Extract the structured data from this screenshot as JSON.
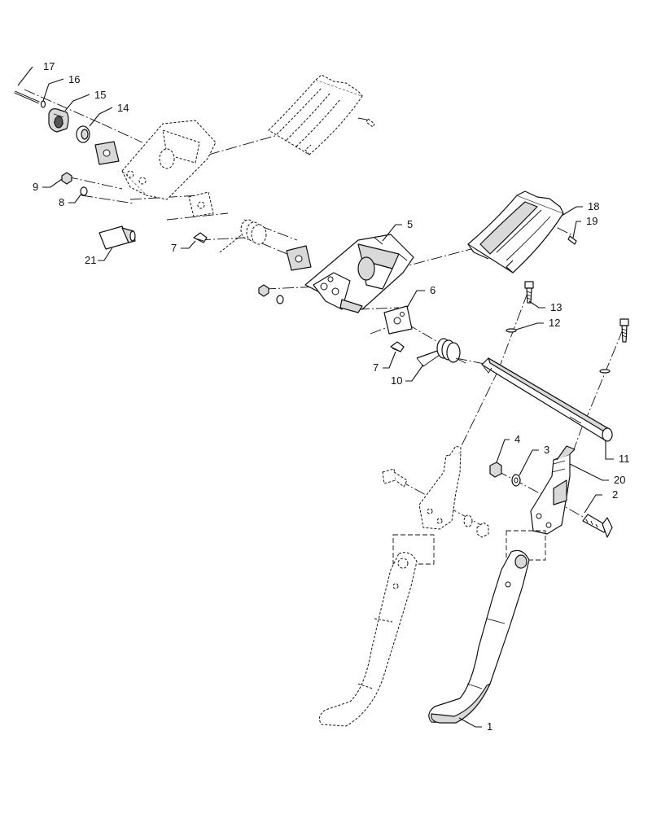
{
  "callouts": {
    "c1": "1",
    "c2": "2",
    "c3": "3",
    "c4": "4",
    "c5": "5",
    "c6": "6",
    "c7a": "7",
    "c7b": "7",
    "c8": "8",
    "c9": "9",
    "c10": "10",
    "c11": "11",
    "c12": "12",
    "c13": "13",
    "c14": "14",
    "c15": "15",
    "c16": "16",
    "c17": "17",
    "c18": "18",
    "c19": "19",
    "c20": "20",
    "c21": "21"
  }
}
